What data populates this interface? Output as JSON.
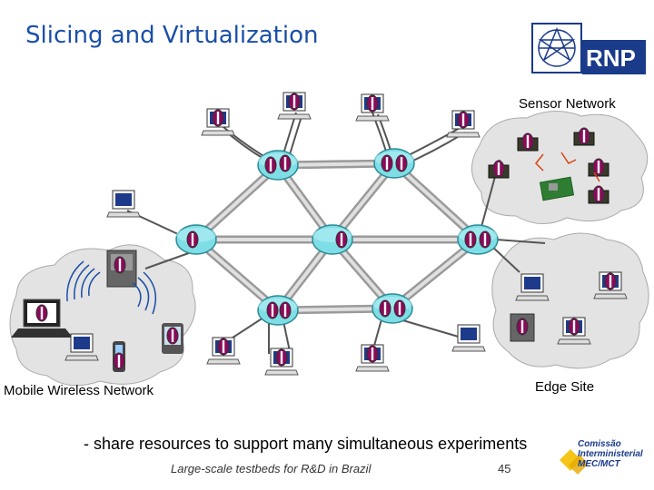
{
  "slide": {
    "title": "Slicing and Virtualization",
    "tagline": "- share resources to support many simultaneous experiments",
    "footer_text": "Large-scale testbeds for R&D in Brazil",
    "page_number": "45"
  },
  "labels": {
    "sensor_network": "Sensor Network",
    "mobile_wireless": "Mobile Wireless Network",
    "edge_site": "Edge Site"
  },
  "logos": {
    "rnp_text": "RNP",
    "ministry_line1": "Comissão",
    "ministry_line2": "Interministerial",
    "ministry_line3": "MEC/MCT"
  },
  "icons": {
    "router": "router-icon",
    "computer": "computer-icon",
    "server": "server-icon",
    "laptop": "laptop-icon",
    "pda": "pda-icon",
    "phone": "phone-icon",
    "sensor": "sensor-node-icon",
    "antenna": "antenna-waves-icon"
  },
  "colors": {
    "title": "#1a4fa8",
    "router": "#7fdde6",
    "cloud": "#e3e3e3",
    "link": "#b0b0b0",
    "slice": "#8a0a5a"
  }
}
